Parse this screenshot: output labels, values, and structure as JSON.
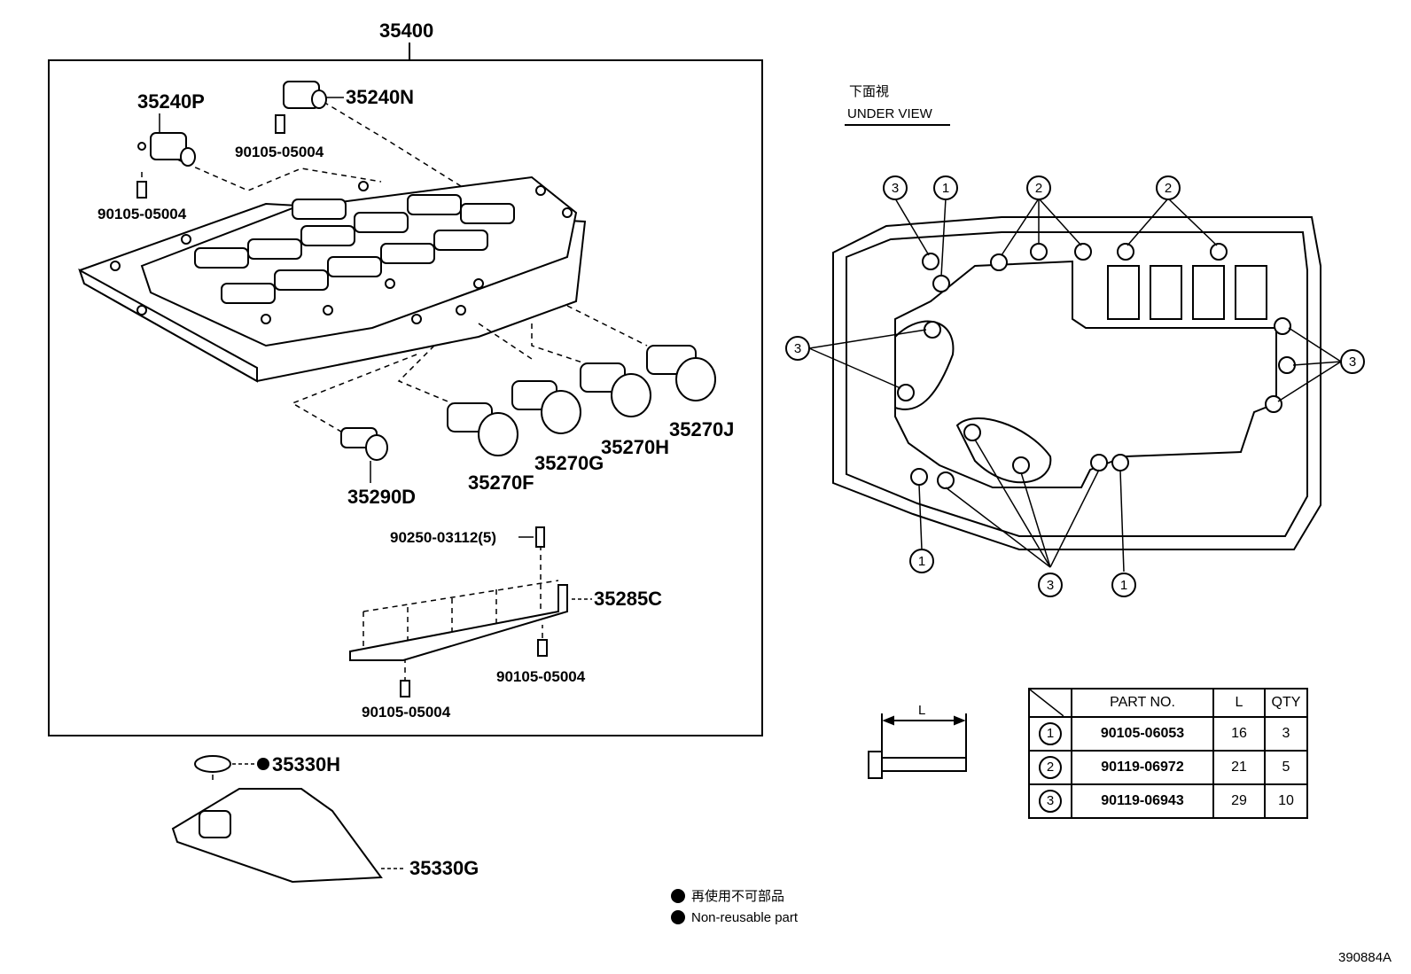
{
  "assembly": {
    "part_no": "35400"
  },
  "parts": {
    "p35240P": "35240P",
    "p35240N": "35240N",
    "bolt_a": "90105-05004",
    "bolt_b": "90105-05004",
    "bolt_c": "90105-05004",
    "bolt_d": "90105-05004",
    "p35270J": "35270J",
    "p35270H": "35270H",
    "p35270G": "35270G",
    "p35270F": "35270F",
    "p35290D": "35290D",
    "pin": "90250-03112(5)",
    "p35285C": "35285C",
    "p35330H": "35330H",
    "p35330G": "35330G"
  },
  "under_view": {
    "title_jp": "下面視",
    "title_en": "UNDER VIEW"
  },
  "callouts": [
    "1",
    "2",
    "3"
  ],
  "bolt_diagram": {
    "length_label": "L"
  },
  "spec_table": {
    "headers": {
      "part": "PART NO.",
      "length": "L",
      "qty": "QTY"
    },
    "rows": [
      {
        "ref": "1",
        "part": "90105-06053",
        "length": "16",
        "qty": "3"
      },
      {
        "ref": "2",
        "part": "90119-06972",
        "length": "21",
        "qty": "5"
      },
      {
        "ref": "3",
        "part": "90119-06943",
        "length": "29",
        "qty": "10"
      }
    ]
  },
  "legend": {
    "jp": "再使用不可部品",
    "en": "Non-reusable part"
  },
  "figure_code": "390884A"
}
